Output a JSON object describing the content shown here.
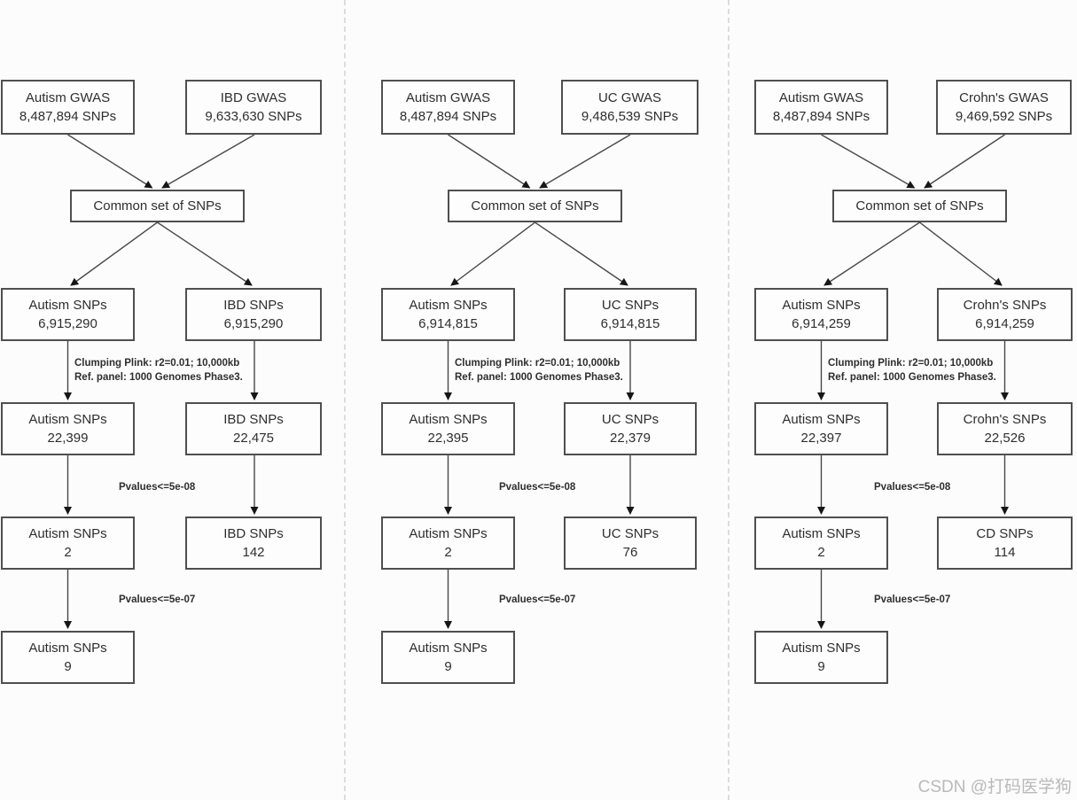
{
  "watermark": "CSDN @打码医学狗",
  "shared": {
    "common_box": "Common set of SNPs",
    "clump_line1": "Clumping Plink: r2=0.01; 10,000kb",
    "clump_line2": "Ref. panel: 1000 Genomes Phase3.",
    "pvalue_genomewide": "Pvalues<=5e-08",
    "pvalue_suggestive": "Pvalues<=5e-07"
  },
  "panels": [
    {
      "gwas_left": [
        "Autism GWAS",
        "8,487,894 SNPs"
      ],
      "gwas_right": [
        "IBD GWAS",
        "9,633,630 SNPs"
      ],
      "overlap_left": [
        "Autism SNPs",
        "6,915,290"
      ],
      "overlap_right": [
        "IBD SNPs",
        "6,915,290"
      ],
      "clumped_left": [
        "Autism SNPs",
        "22,399"
      ],
      "clumped_right": [
        "IBD SNPs",
        "22,475"
      ],
      "genomewide_left": [
        "Autism SNPs",
        "2"
      ],
      "genomewide_right": [
        "IBD SNPs",
        "142"
      ],
      "suggestive_left": [
        "Autism SNPs",
        "9"
      ]
    },
    {
      "gwas_left": [
        "Autism GWAS",
        "8,487,894 SNPs"
      ],
      "gwas_right": [
        "UC GWAS",
        "9,486,539 SNPs"
      ],
      "overlap_left": [
        "Autism SNPs",
        "6,914,815"
      ],
      "overlap_right": [
        "UC SNPs",
        "6,914,815"
      ],
      "clumped_left": [
        "Autism SNPs",
        "22,395"
      ],
      "clumped_right": [
        "UC SNPs",
        "22,379"
      ],
      "genomewide_left": [
        "Autism SNPs",
        "2"
      ],
      "genomewide_right": [
        "UC SNPs",
        "76"
      ],
      "suggestive_left": [
        "Autism SNPs",
        "9"
      ]
    },
    {
      "gwas_left": [
        "Autism GWAS",
        "8,487,894 SNPs"
      ],
      "gwas_right": [
        "Crohn's GWAS",
        "9,469,592 SNPs"
      ],
      "overlap_left": [
        "Autism SNPs",
        "6,914,259"
      ],
      "overlap_right": [
        "Crohn's SNPs",
        "6,914,259"
      ],
      "clumped_left": [
        "Autism SNPs",
        "22,397"
      ],
      "clumped_right": [
        "Crohn's SNPs",
        "22,526"
      ],
      "genomewide_left": [
        "Autism SNPs",
        "2"
      ],
      "genomewide_right": [
        "CD SNPs",
        "114"
      ],
      "suggestive_left": [
        "Autism SNPs",
        "9"
      ]
    }
  ],
  "colors": {
    "border": "#4f4f4f",
    "line": "#474747",
    "text": "#2e2e2e",
    "divider": "#dcdcdc",
    "watermark": "#b9b9b9"
  }
}
